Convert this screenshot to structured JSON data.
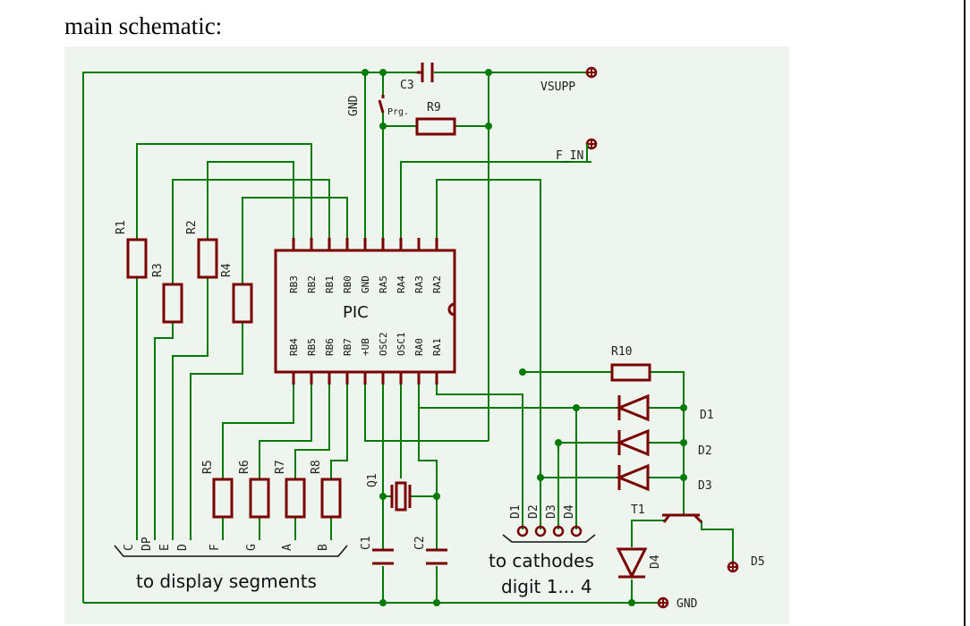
{
  "heading": "main schematic:",
  "chip": {
    "name": "PIC",
    "top_pins": [
      "RB3",
      "RB2",
      "RB1",
      "RB0",
      "GND",
      "RA5",
      "RA4",
      "RA3",
      "RA2"
    ],
    "bottom_pins": [
      "RB4",
      "RB5",
      "RB6",
      "RB7",
      "+UB",
      "OSC2",
      "OSC1",
      "RA0",
      "RA1"
    ]
  },
  "labels": {
    "c3": "C3",
    "r9": "R9",
    "gnd_top": "GND",
    "prg": "Prg.",
    "vsupp": "VSUPP",
    "f_in": "F_IN",
    "r1": "R1",
    "r2": "R2",
    "r3": "R3",
    "r4": "R4",
    "r5": "R5",
    "r6": "R6",
    "r7": "R7",
    "r8": "R8",
    "r10": "R10",
    "q1": "Q1",
    "c1": "C1",
    "c2": "C2",
    "d1": "D1",
    "d2": "D2",
    "d3": "D3",
    "d4": "D4",
    "d5": "D5",
    "t1": "T1",
    "gnd_bottom": "GND"
  },
  "segments_left": [
    "C",
    "DP",
    "E",
    "D"
  ],
  "segments_right": [
    "F",
    "G",
    "A",
    "B"
  ],
  "cathode_pins": [
    "D1",
    "D2",
    "D3",
    "D4"
  ],
  "captions": {
    "display": "to display segments",
    "cathodes_line1": "to cathodes",
    "cathodes_line2": "digit 1... 4"
  },
  "colors": {
    "wire": "#007a00",
    "part": "#7a0000",
    "background": "#eef5ee"
  }
}
